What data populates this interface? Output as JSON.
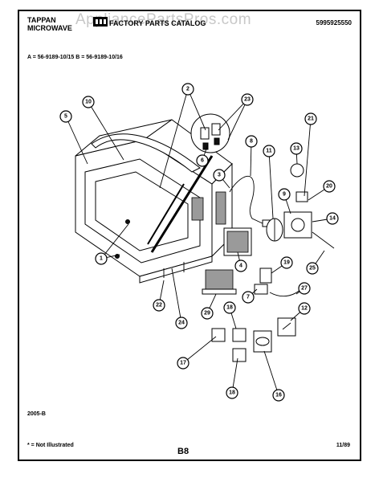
{
  "header": {
    "brand_line1": "TAPPAN",
    "brand_line2": "MICROWAVE",
    "catalog_title": "FACTORY PARTS CATALOG",
    "catalog_number": "5995925550"
  },
  "watermark": "AppliancePartsPros.com",
  "models": "A = 56-9189-10/15    B = 56-9189-10/16",
  "diagram_code": "2005-B",
  "footer": {
    "note": "* = Not Illustrated",
    "page": "B8",
    "date": "11/89"
  },
  "callouts": [
    "2",
    "23",
    "10",
    "5",
    "8",
    "11",
    "13",
    "21",
    "6",
    "3",
    "20",
    "9",
    "14",
    "1",
    "4",
    "19",
    "25",
    "7",
    "27",
    "22",
    "29",
    "24",
    "18",
    "12",
    "17",
    "18",
    "16"
  ],
  "colors": {
    "ink": "#000000",
    "paper": "#ffffff",
    "watermark": "#c8c8c8"
  }
}
